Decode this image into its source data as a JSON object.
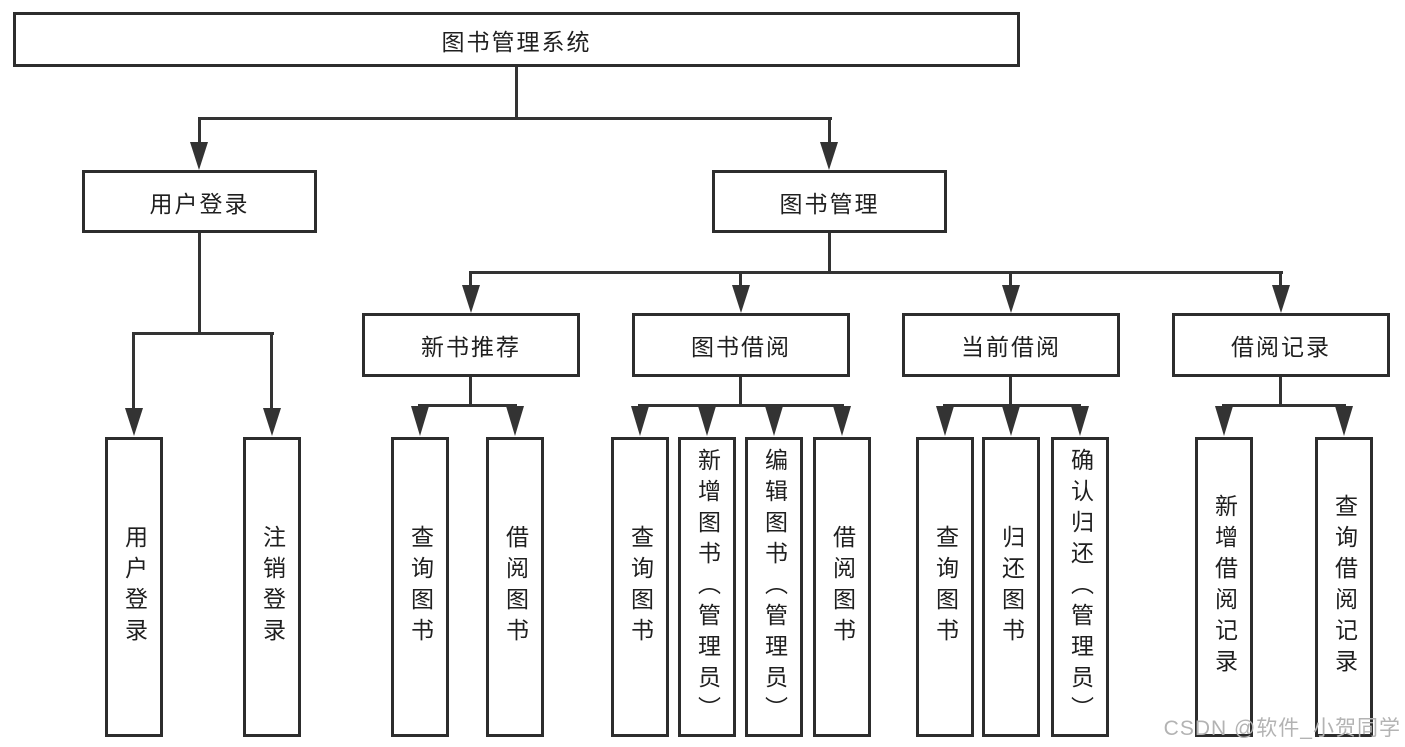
{
  "diagram": {
    "type": "tree",
    "title": "图书管理系统",
    "watermark": "CSDN @软件_小贺同学",
    "colors": {
      "line": "#333333",
      "border": "#2d2d2d",
      "text": "#1f1f1f",
      "background": "#ffffff",
      "watermark": "#b3b3b3"
    },
    "nodes": {
      "root": {
        "label": "图书管理系统"
      },
      "level2": [
        {
          "label": "用户登录",
          "parent": "图书管理系统"
        },
        {
          "label": "图书管理",
          "parent": "图书管理系统"
        }
      ],
      "level3": [
        {
          "label": "新书推荐",
          "parent": "图书管理"
        },
        {
          "label": "图书借阅",
          "parent": "图书管理"
        },
        {
          "label": "当前借阅",
          "parent": "图书管理"
        },
        {
          "label": "借阅记录",
          "parent": "图书管理"
        }
      ],
      "leaves": [
        {
          "label": "用户登录",
          "parent": "用户登录"
        },
        {
          "label": "注销登录",
          "parent": "用户登录"
        },
        {
          "label": "查询图书",
          "parent": "新书推荐"
        },
        {
          "label": "借阅图书",
          "parent": "新书推荐"
        },
        {
          "label": "查询图书",
          "parent": "图书借阅"
        },
        {
          "label": "新增图书（管理员）",
          "parent": "图书借阅"
        },
        {
          "label": "编辑图书（管理员）",
          "parent": "图书借阅"
        },
        {
          "label": "借阅图书",
          "parent": "图书借阅"
        },
        {
          "label": "查询图书",
          "parent": "当前借阅"
        },
        {
          "label": "归还图书",
          "parent": "当前借阅"
        },
        {
          "label": "确认归还（管理员）",
          "parent": "当前借阅"
        },
        {
          "label": "新增借阅记录",
          "parent": "借阅记录"
        },
        {
          "label": "查询借阅记录",
          "parent": "借阅记录"
        }
      ]
    }
  }
}
